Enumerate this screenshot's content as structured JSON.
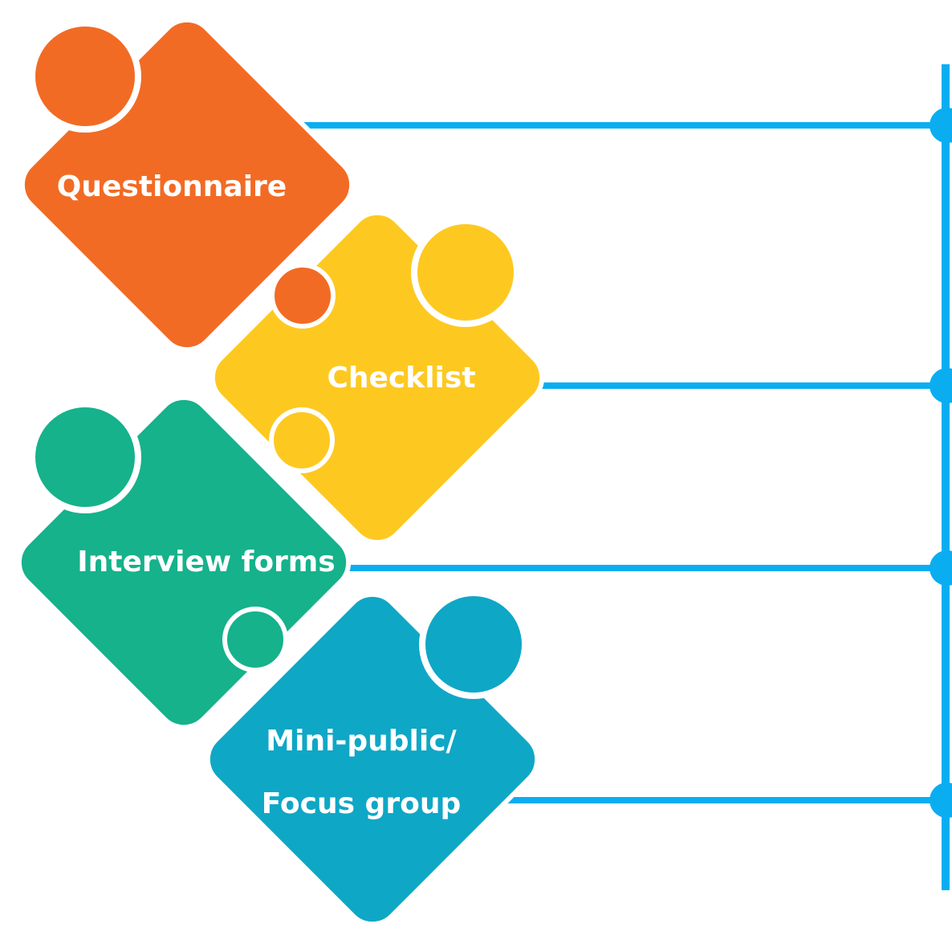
{
  "colors": {
    "connector": "#0aaef0",
    "questionnaire": "#f26b24",
    "checklist": "#fdc921",
    "interview_forms": "#15b28b",
    "mini_public": "#0fa7c6",
    "text": "#ffffff"
  },
  "pieces": [
    {
      "id": "questionnaire",
      "label": "Questionnaire",
      "color_key": "questionnaire"
    },
    {
      "id": "checklist",
      "label": "Checklist",
      "color_key": "checklist"
    },
    {
      "id": "interview-forms",
      "label": "Interview forms",
      "color_key": "interview_forms"
    },
    {
      "id": "mini-public",
      "label_line1": "Mini-public/",
      "label_line2": "Focus group",
      "color_key": "mini_public"
    }
  ]
}
